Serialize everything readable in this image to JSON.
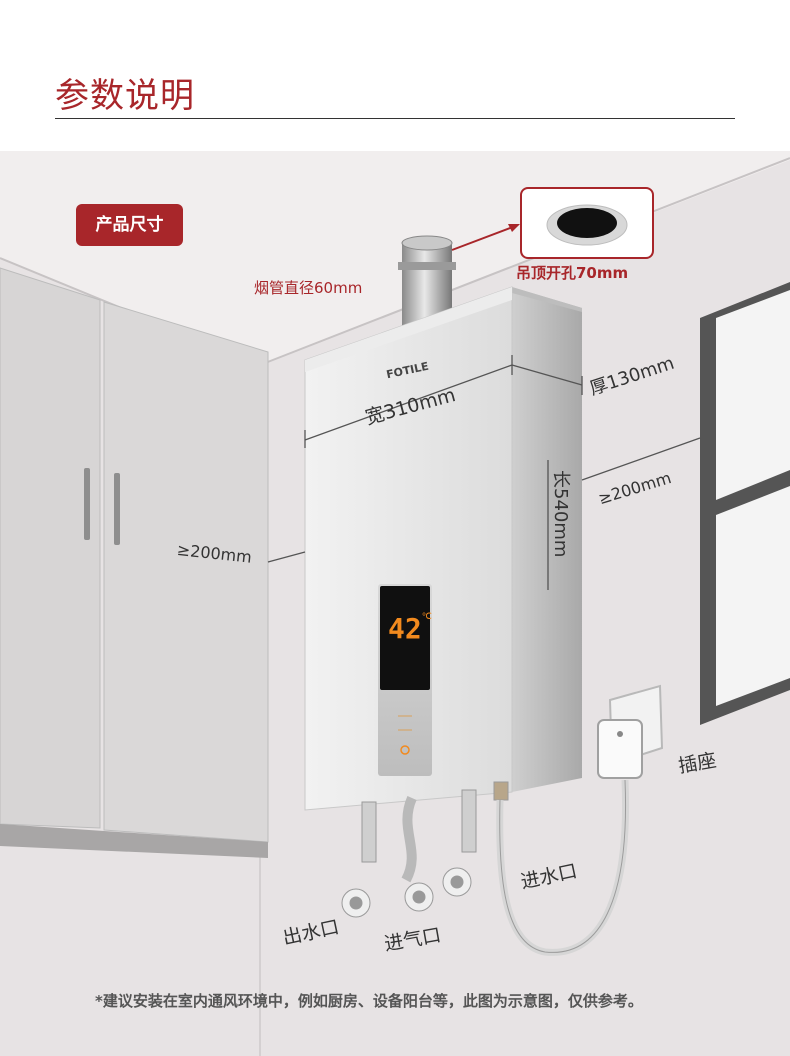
{
  "header": {
    "title": "参数说明"
  },
  "badge": {
    "label": "产品尺寸"
  },
  "product": {
    "brand": "FOTILE",
    "display_temp": "42",
    "display_unit": "℃"
  },
  "dimensions": {
    "flue_diameter": "烟管直径60mm",
    "ceiling_hole": "吊顶开孔70mm",
    "width": "宽310mm",
    "depth": "厚130mm",
    "height": "长540mm",
    "left_clearance": "≥200mm",
    "right_clearance": "≥200mm"
  },
  "connections": {
    "socket": "插座",
    "water_in": "进水口",
    "water_out": "出水口",
    "gas_in": "进气口"
  },
  "footnote": "*建议安装在室内通风环境中，例如厨房、设备阳台等，此图为示意图，仅供参考。",
  "colors": {
    "accent": "#a8262a",
    "wall": "#e6e2e3",
    "display": "#f28a1e"
  }
}
